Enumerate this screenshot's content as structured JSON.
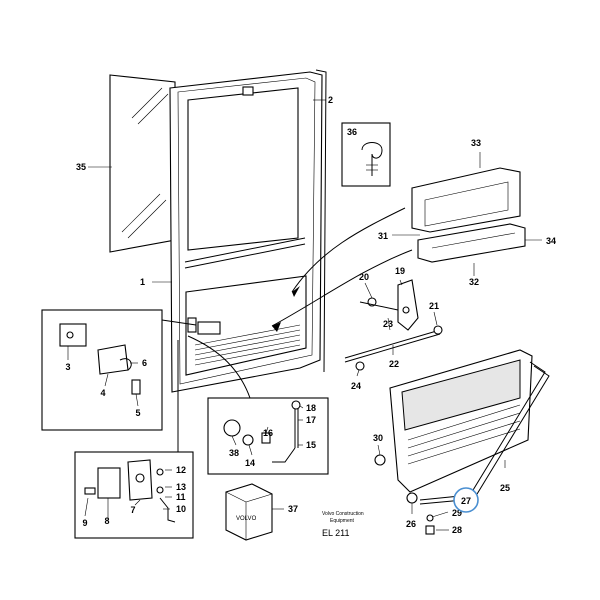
{
  "callouts": [
    "1",
    "2",
    "3",
    "4",
    "5",
    "6",
    "7",
    "8",
    "9",
    "10",
    "11",
    "12",
    "13",
    "14",
    "15",
    "16",
    "17",
    "18",
    "19",
    "20",
    "21",
    "22",
    "23",
    "24",
    "25",
    "26",
    "27",
    "28",
    "29",
    "30",
    "31",
    "32",
    "33",
    "34",
    "35",
    "36",
    "37",
    "38"
  ],
  "caption": {
    "line1": "Volvo Construction",
    "line2": "Equipment",
    "code": "EL 211"
  },
  "highlight": {
    "label": "27",
    "color": "#4a8fd1"
  }
}
